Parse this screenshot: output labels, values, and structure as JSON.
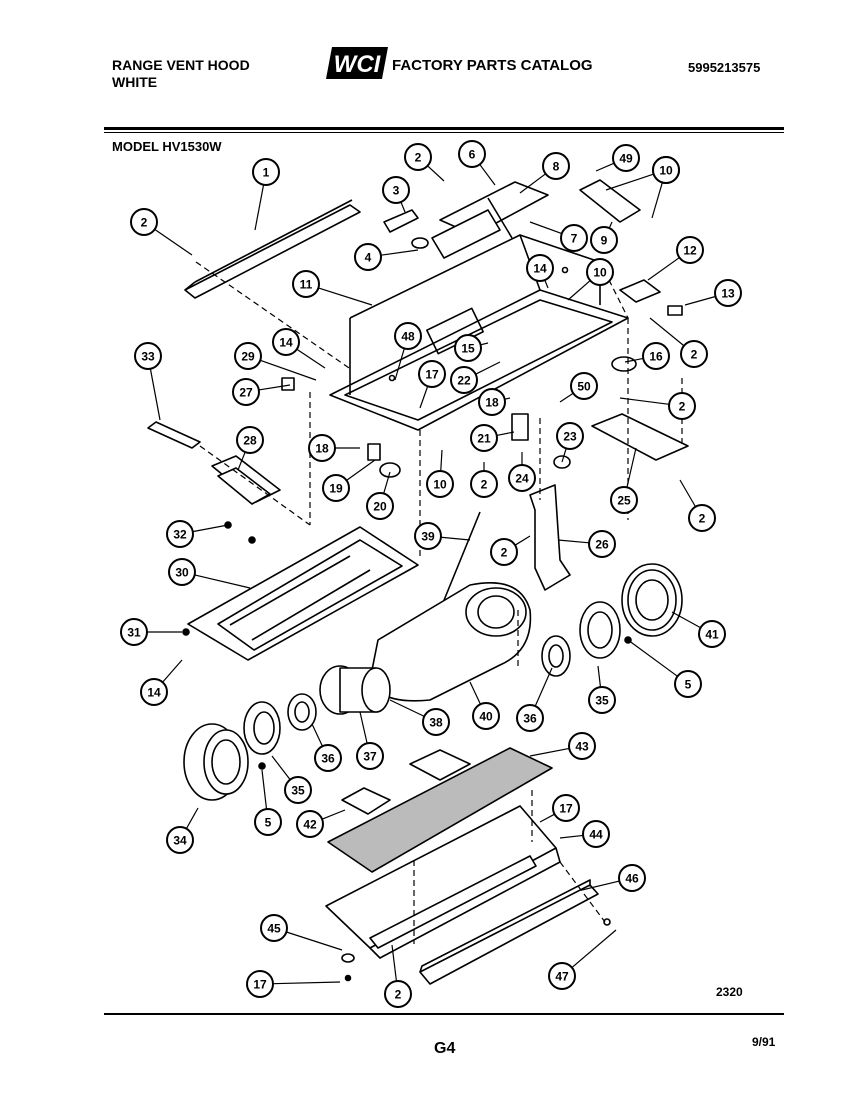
{
  "header": {
    "product_line1": "RANGE VENT HOOD",
    "product_line2": "WHITE",
    "logo_text": "WCI",
    "catalog_title": "FACTORY PARTS CATALOG",
    "catalog_number": "5995213575"
  },
  "model_label": "MODEL HV1530W",
  "drawing_number": "2320",
  "footer": {
    "page_code": "G4",
    "date": "9/91"
  },
  "callouts": [
    {
      "id": "c1",
      "label": "1",
      "target": [
        255,
        230
      ]
    },
    {
      "id": "c2a",
      "label": "2",
      "target": [
        192,
        255
      ]
    },
    {
      "id": "c2b",
      "label": "2",
      "target": [
        444,
        181
      ]
    },
    {
      "id": "c6",
      "label": "6",
      "target": [
        495,
        185
      ]
    },
    {
      "id": "c8",
      "label": "8",
      "target": [
        520,
        193
      ]
    },
    {
      "id": "c49",
      "label": "49",
      "target": [
        596,
        171
      ]
    },
    {
      "id": "c10a",
      "label": "10",
      "target": [
        606,
        190
      ]
    },
    {
      "id": "c10b",
      "label": "10",
      "target": [
        652,
        218
      ]
    },
    {
      "id": "c3",
      "label": "3",
      "target": [
        405,
        212
      ]
    },
    {
      "id": "c4",
      "label": "4",
      "target": [
        418,
        250
      ]
    },
    {
      "id": "c7",
      "label": "7",
      "target": [
        530,
        222
      ]
    },
    {
      "id": "c9",
      "label": "9",
      "target": [
        612,
        222
      ]
    },
    {
      "id": "c11",
      "label": "11",
      "target": [
        372,
        305
      ]
    },
    {
      "id": "c14a",
      "label": "14",
      "target": [
        548,
        288
      ]
    },
    {
      "id": "c10c",
      "label": "10",
      "target": [
        568,
        300
      ]
    },
    {
      "id": "c12",
      "label": "12",
      "target": [
        648,
        280
      ]
    },
    {
      "id": "c13",
      "label": "13",
      "target": [
        685,
        305
      ]
    },
    {
      "id": "c2c",
      "label": "2",
      "target": [
        650,
        318
      ]
    },
    {
      "id": "c33",
      "label": "33",
      "target": [
        160,
        420
      ]
    },
    {
      "id": "c29",
      "label": "29",
      "target": [
        316,
        380
      ]
    },
    {
      "id": "c14b",
      "label": "14",
      "target": [
        325,
        368
      ]
    },
    {
      "id": "c27",
      "label": "27",
      "target": [
        290,
        385
      ]
    },
    {
      "id": "c48",
      "label": "48",
      "target": [
        395,
        380
      ]
    },
    {
      "id": "c15",
      "label": "15",
      "target": [
        488,
        343
      ]
    },
    {
      "id": "c17a",
      "label": "17",
      "target": [
        420,
        408
      ]
    },
    {
      "id": "c22",
      "label": "22",
      "target": [
        500,
        362
      ]
    },
    {
      "id": "c16",
      "label": "16",
      "target": [
        625,
        362
      ]
    },
    {
      "id": "c18a",
      "label": "18",
      "target": [
        510,
        398
      ]
    },
    {
      "id": "c50",
      "label": "50",
      "target": [
        560,
        402
      ]
    },
    {
      "id": "c2d",
      "label": "2",
      "target": [
        620,
        398
      ]
    },
    {
      "id": "c28",
      "label": "28",
      "target": [
        238,
        470
      ]
    },
    {
      "id": "c18b",
      "label": "18",
      "target": [
        360,
        448
      ]
    },
    {
      "id": "c21",
      "label": "21",
      "target": [
        514,
        432
      ]
    },
    {
      "id": "c23",
      "label": "23",
      "target": [
        562,
        462
      ]
    },
    {
      "id": "c19",
      "label": "19",
      "target": [
        375,
        460
      ]
    },
    {
      "id": "c10d",
      "label": "10",
      "target": [
        442,
        450
      ]
    },
    {
      "id": "c2e",
      "label": "2",
      "target": [
        484,
        462
      ]
    },
    {
      "id": "c24",
      "label": "24",
      "target": [
        522,
        452
      ]
    },
    {
      "id": "c20",
      "label": "20",
      "target": [
        390,
        472
      ]
    },
    {
      "id": "c25",
      "label": "25",
      "target": [
        636,
        448
      ]
    },
    {
      "id": "c2f",
      "label": "2",
      "target": [
        680,
        480
      ]
    },
    {
      "id": "c32",
      "label": "32",
      "target": [
        228,
        525
      ]
    },
    {
      "id": "c39",
      "label": "39",
      "target": [
        470,
        540
      ]
    },
    {
      "id": "c2g",
      "label": "2",
      "target": [
        530,
        536
      ]
    },
    {
      "id": "c26",
      "label": "26",
      "target": [
        558,
        540
      ]
    },
    {
      "id": "c30",
      "label": "30",
      "target": [
        250,
        588
      ]
    },
    {
      "id": "c31",
      "label": "31",
      "target": [
        182,
        632
      ]
    },
    {
      "id": "c41",
      "label": "41",
      "target": [
        672,
        612
      ]
    },
    {
      "id": "c5a",
      "label": "5",
      "target": [
        628,
        640
      ]
    },
    {
      "id": "c14c",
      "label": "14",
      "target": [
        182,
        660
      ]
    },
    {
      "id": "c36a",
      "label": "36",
      "target": [
        552,
        668
      ]
    },
    {
      "id": "c35a",
      "label": "35",
      "target": [
        598,
        666
      ]
    },
    {
      "id": "c40",
      "label": "40",
      "target": [
        470,
        682
      ]
    },
    {
      "id": "c38",
      "label": "38",
      "target": [
        390,
        700
      ]
    },
    {
      "id": "c36b",
      "label": "36",
      "target": [
        312,
        724
      ]
    },
    {
      "id": "c37",
      "label": "37",
      "target": [
        360,
        712
      ]
    },
    {
      "id": "c43",
      "label": "43",
      "target": [
        530,
        756
      ]
    },
    {
      "id": "c35b",
      "label": "35",
      "target": [
        272,
        756
      ]
    },
    {
      "id": "c17b",
      "label": "17",
      "target": [
        540,
        822
      ]
    },
    {
      "id": "c44",
      "label": "44",
      "target": [
        560,
        838
      ]
    },
    {
      "id": "c5b",
      "label": "5",
      "target": [
        262,
        770
      ]
    },
    {
      "id": "c42",
      "label": "42",
      "target": [
        345,
        810
      ]
    },
    {
      "id": "c34",
      "label": "34",
      "target": [
        198,
        808
      ]
    },
    {
      "id": "c46",
      "label": "46",
      "target": [
        582,
        890
      ]
    },
    {
      "id": "c45",
      "label": "45",
      "target": [
        342,
        950
      ]
    },
    {
      "id": "c47",
      "label": "47",
      "target": [
        616,
        930
      ]
    },
    {
      "id": "c17c",
      "label": "17",
      "target": [
        340,
        982
      ]
    },
    {
      "id": "c2h",
      "label": "2",
      "target": [
        392,
        945
      ]
    }
  ]
}
